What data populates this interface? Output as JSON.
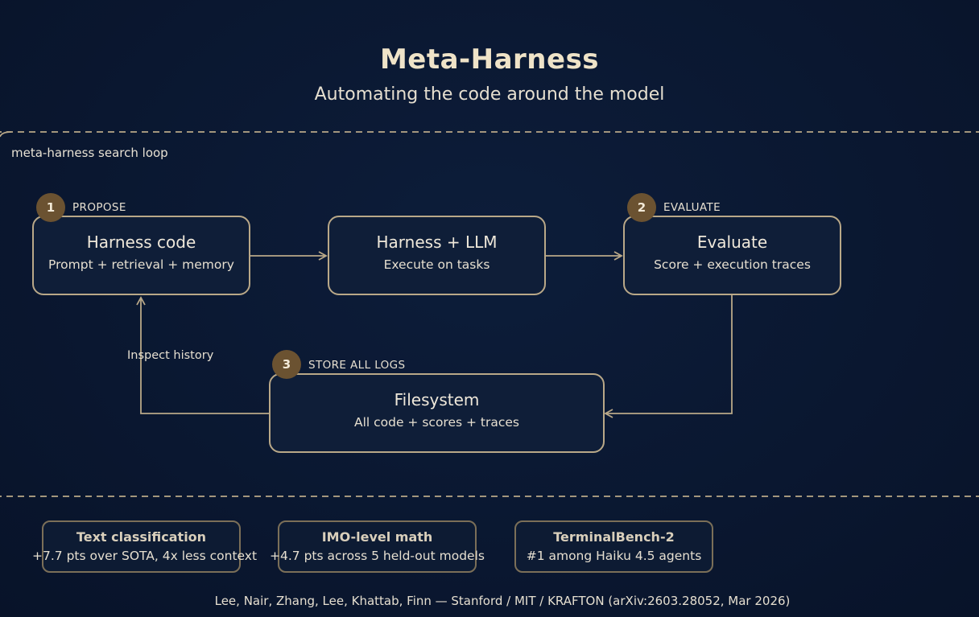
{
  "header": {
    "title": "Meta-Harness",
    "subtitle": "Automating the code around the model"
  },
  "loop": {
    "label": "meta-harness search loop"
  },
  "nodes": {
    "harness_code": {
      "title": "Harness code",
      "subtitle": "Prompt + retrieval + memory"
    },
    "harness_llm": {
      "title": "Harness + LLM",
      "subtitle": "Execute on tasks"
    },
    "evaluate": {
      "title": "Evaluate",
      "subtitle": "Score + execution traces"
    },
    "filesystem": {
      "title": "Filesystem",
      "subtitle": "All code + scores + traces"
    }
  },
  "steps": [
    {
      "number": "1",
      "label": "PROPOSE"
    },
    {
      "number": "2",
      "label": "EVALUATE"
    },
    {
      "number": "3",
      "label": "STORE ALL LOGS"
    }
  ],
  "edges": {
    "inspect_label": "Inspect history"
  },
  "results": [
    {
      "title": "Text classification",
      "detail": "+7.7 pts over SOTA, 4x less context"
    },
    {
      "title": "IMO-level math",
      "detail": "+4.7 pts across 5 held-out models"
    },
    {
      "title": "TerminalBench-2",
      "detail": "#1 among Haiku 4.5 agents"
    }
  ],
  "citation": "Lee, Nair, Zhang, Lee, Khattab, Finn — Stanford / MIT / KRAFTON (arXiv:2603.28052, Mar 2026)",
  "colors": {
    "background": "#0b1830",
    "node_border": "#b9a888",
    "badge": "#6b5231",
    "title": "#efe3c8"
  }
}
